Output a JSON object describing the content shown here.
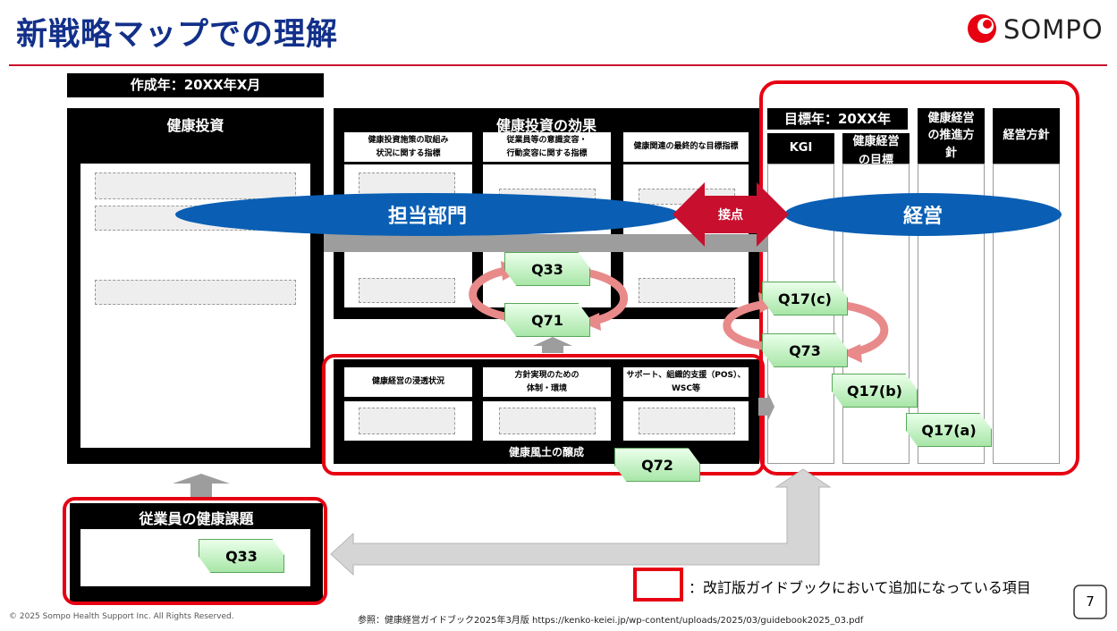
{
  "header": {
    "title": "新戦略マップでの理解",
    "logo_text": "SOMPO"
  },
  "created_label": "作成年：20XX年X月",
  "health_investment": {
    "title": "健康投資"
  },
  "effects": {
    "title": "健康投資の効果",
    "columns": [
      "健康投資施策の取組み\n状況に関する指標",
      "従業員等の意識変容・\n行動変容に関する指標",
      "健康関連の最終的な目標指標"
    ]
  },
  "culture": {
    "columns": [
      "健康経営の浸透状況",
      "方針実現のための\n体制・環境",
      "サポート、組織的支援（POS）、\nWSC等"
    ],
    "footer": "健康風土の醸成"
  },
  "management": {
    "target_year": "目標年：20XX年",
    "columns": [
      "KGI",
      "健康経営\nの目標",
      "健康経営\nの推進方\n針",
      "経営方針"
    ]
  },
  "ellipses": {
    "left": "担当部門",
    "right": "経営",
    "contact": "接点"
  },
  "employee_issues": {
    "title": "従業員の健康課題"
  },
  "tags": {
    "q33_top": "Q33",
    "q71": "Q71",
    "q17c": "Q17(c)",
    "q73": "Q73",
    "q17b": "Q17(b)",
    "q17a": "Q17(a)",
    "q72": "Q72",
    "q33_bottom": "Q33"
  },
  "legend": {
    "text": "：改訂版ガイドブックにおいて追加になっている項目"
  },
  "footer": {
    "copyright": "© 2025 Sompo Health Support Inc. All Rights Reserved.",
    "reference": "参照：健康経営ガイドブック2025年3月版  https://kenko-keiei.jp/wp-content/uploads/2025/03/guidebook2025_03.pdf",
    "page_number": "7"
  },
  "colors": {
    "brand_red": "#e60012",
    "title_blue": "#12308a",
    "ellipse_blue": "#0a5fb4",
    "tag_green": "#a8e6a8"
  }
}
